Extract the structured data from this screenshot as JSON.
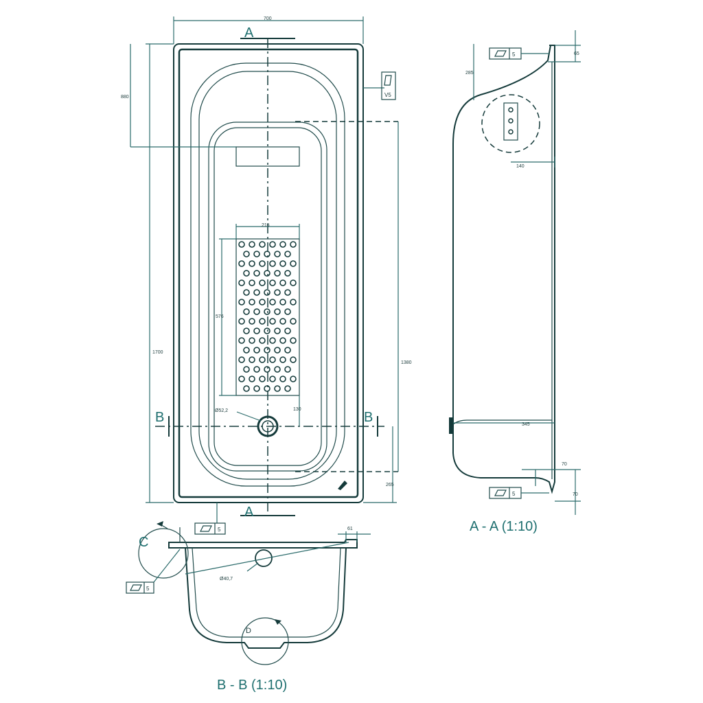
{
  "plan_view": {
    "dim_width": "700",
    "dim_length": "1700",
    "dim_inner_length": "1380",
    "dim_top_offset": "880",
    "dim_mat_width": "215",
    "dim_mat_length": "576",
    "dim_drain_offset": "130",
    "dim_bottom_offset": "265",
    "drain_dia": "Ø52,2",
    "section_a_top": "A",
    "section_a_bottom": "A",
    "section_b_left": "B",
    "section_b_right": "B",
    "tol_box_value": "5",
    "side_box_value": "V5"
  },
  "section_aa": {
    "title": "A - A (1:10)",
    "dim_top_right": "65",
    "dim_head_offset": "285",
    "dim_bracket": "140",
    "dim_depth": "345",
    "dim_rim": "70",
    "dim_bottom": "70",
    "tol_box_top_value": "5",
    "tol_box_bottom_value": "5"
  },
  "section_bb": {
    "title": "B - B (1:10)",
    "detail_c": "C",
    "detail_d": "D",
    "dim_rim": "61",
    "drain_dia": "Ø40,7",
    "tol_box_top_value": "5",
    "tol_box_left_value": "5"
  }
}
